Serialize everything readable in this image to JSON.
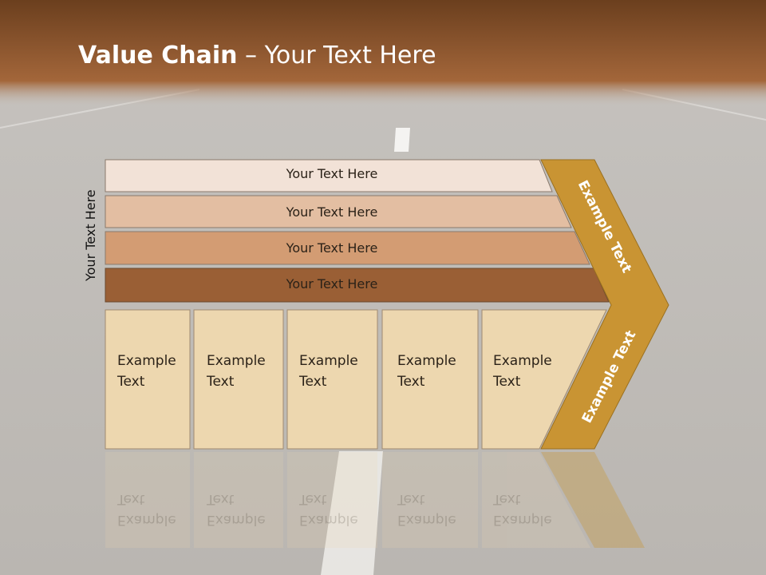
{
  "title": {
    "bold": "Value Chain",
    "rest": " – Your Text Here"
  },
  "side_label": "Your Text Here",
  "bands": [
    "Your Text Here",
    "Your Text Here",
    "Your Text Here",
    "Your Text Here"
  ],
  "band_colors": [
    "#f2e2d7",
    "#e3bea2",
    "#d39c73",
    "#9a5f35"
  ],
  "cells": [
    "Example\nText",
    "Example\nText",
    "Example\nText",
    "Example\nText",
    "Example\nText"
  ],
  "cell_color": "#edd7af",
  "chevron": {
    "top_label": "Example Text",
    "bottom_label": "Example Text",
    "color": "#c99433"
  },
  "header_color": "#8a4f24"
}
